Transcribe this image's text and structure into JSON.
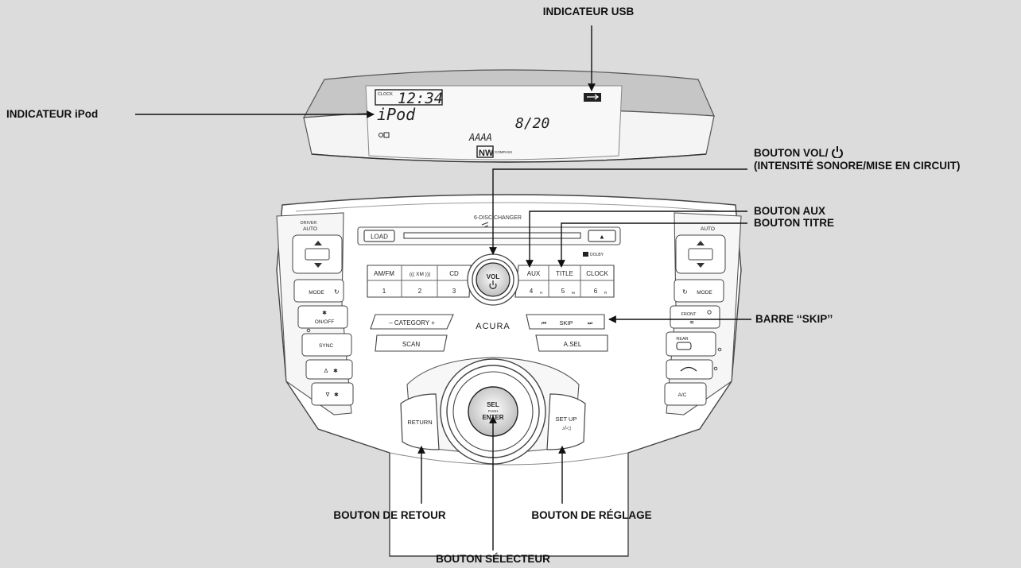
{
  "callouts": {
    "usb_indicator": "INDICATEUR USB",
    "ipod_indicator": "INDICATEUR iPod",
    "vol_button_line1": "BOUTON VOL/",
    "vol_button_line2": "(INTENSITÉ SONORE/MISE EN CIRCUIT)",
    "aux_button": "BOUTON AUX",
    "title_button": "BOUTON TITRE",
    "skip_bar": "BARRE ‘‘SKIP’’",
    "return_button": "BOUTON DE RETOUR",
    "setup_button": "BOUTON DE RÉGLAGE",
    "selector_button": "BOUTON SÉLECTEUR"
  },
  "display": {
    "clock_label": "CLOCK",
    "clock_time": "12:34",
    "source": "iPod",
    "track": "8/20",
    "text_segment": "AAAA",
    "heading": "NW",
    "compass_label": "COMPASS"
  },
  "panel": {
    "disc_changer_label": "6-DISC CHANGER",
    "load_label": "LOAD",
    "eject_label": "▲",
    "dolby_label": "DOLBY",
    "brand": "ACURA",
    "vol_label": "VOL",
    "category_label": "– CATEGORY +",
    "skip_prev": "⏮",
    "skip_label": "SKIP",
    "skip_next": "⏭",
    "scan_label": "SCAN",
    "asel_label": "A.SEL",
    "sel_label": "SEL",
    "push_label": "PUSH",
    "enter_label": "ENTER",
    "return_label": "RETURN",
    "setup_label": "SET UP",
    "setup_sub": "♪/◁",
    "preset_buttons": [
      {
        "top": "AM/FM",
        "num": "1",
        "sub": ""
      },
      {
        "top": "((( XM )))",
        "num": "2",
        "sub": ""
      },
      {
        "top": "CD",
        "num": "3",
        "sub": ""
      },
      {
        "top": "AUX",
        "num": "4",
        "sub": "H"
      },
      {
        "top": "TITLE",
        "num": "5",
        "sub": "M"
      },
      {
        "top": "CLOCK",
        "num": "6",
        "sub": "R"
      }
    ],
    "left_climate": {
      "driver": "DRIVER",
      "auto": "AUTO",
      "mode": "MODE",
      "onoff": "ON/OFF",
      "sync": "SYNC",
      "fan_up": "Δ",
      "fan_down": "∇"
    },
    "right_climate": {
      "auto": "AUTO",
      "mode": "MODE",
      "front": "FRONT",
      "rear": "REAR",
      "ac": "A/C"
    }
  }
}
